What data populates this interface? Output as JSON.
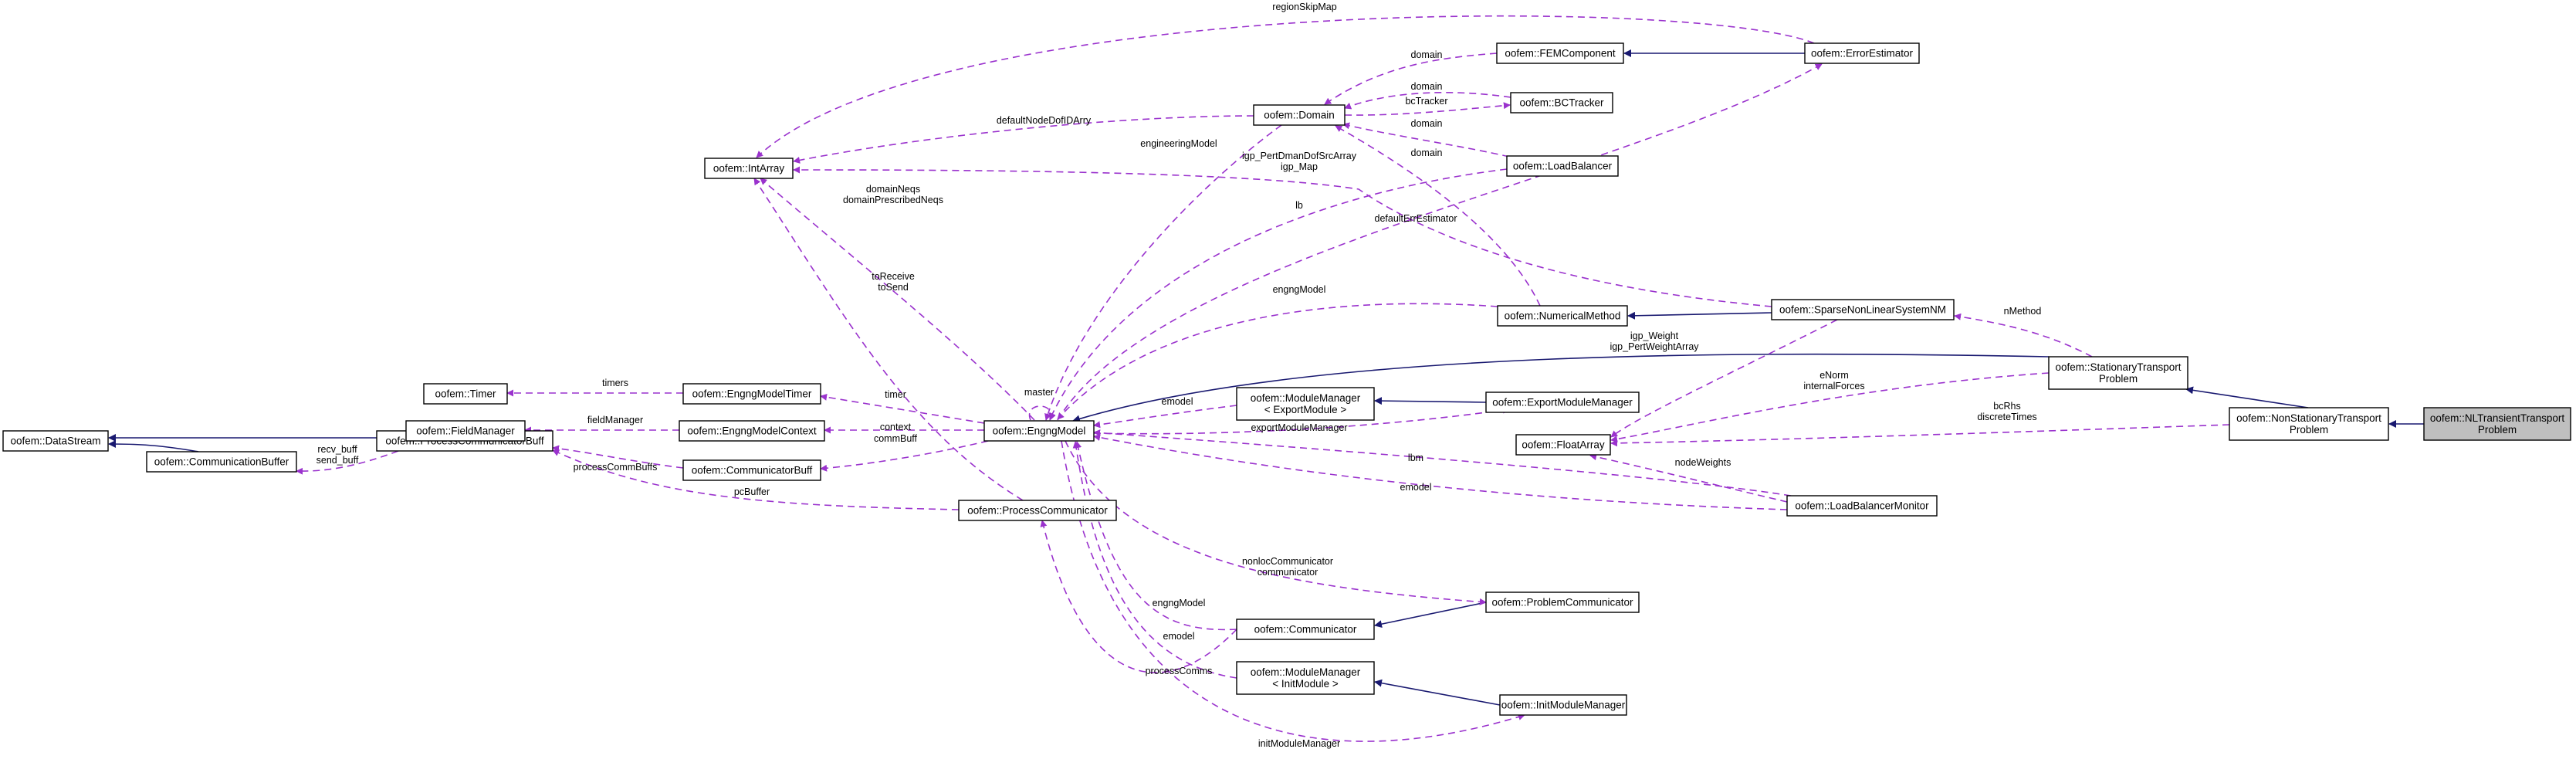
{
  "nodes": {
    "datastream": [
      "oofem::DataStream"
    ],
    "communicationbuffer": [
      "oofem::CommunicationBuffer"
    ],
    "processcommunicatorbuff": [
      "oofem::ProcessCommunicatorBuff"
    ],
    "timer": [
      "oofem::Timer"
    ],
    "fieldmanager": [
      "oofem::FieldManager"
    ],
    "intarray": [
      "oofem::IntArray"
    ],
    "engngmodeltimer": [
      "oofem::EngngModelTimer"
    ],
    "engngmodelcontext": [
      "oofem::EngngModelContext"
    ],
    "communicatorbuff": [
      "oofem::CommunicatorBuff"
    ],
    "processcommunicator": [
      "oofem::ProcessCommunicator"
    ],
    "engngmodel": [
      "oofem::EngngModel"
    ],
    "modulemanager_export": [
      "oofem::ModuleManager",
      "< ExportModule >"
    ],
    "communicator": [
      "oofem::Communicator"
    ],
    "modulemanager_init": [
      "oofem::ModuleManager",
      "< InitModule >"
    ],
    "domain": [
      "oofem::Domain"
    ],
    "femcomponent": [
      "oofem::FEMComponent"
    ],
    "bctracker": [
      "oofem::BCTracker"
    ],
    "loadbalancer": [
      "oofem::LoadBalancer"
    ],
    "numericalmethod": [
      "oofem::NumericalMethod"
    ],
    "exportmodulemanager": [
      "oofem::ExportModuleManager"
    ],
    "floatarray": [
      "oofem::FloatArray"
    ],
    "problemcommunicator": [
      "oofem::ProblemCommunicator"
    ],
    "initmodulemanager": [
      "oofem::InitModuleManager"
    ],
    "errorestimator": [
      "oofem::ErrorEstimator"
    ],
    "sparsenonlinearsystemnm": [
      "oofem::SparseNonLinearSystemNM"
    ],
    "loadbalancermonitor": [
      "oofem::LoadBalancerMonitor"
    ],
    "stationarytransportproblem": [
      "oofem::StationaryTransport",
      "Problem"
    ],
    "nonstationarytransportproblem": [
      "oofem::NonStationaryTransport",
      "Problem"
    ],
    "nltransienttransportproblem": [
      "oofem::NLTransientTransport",
      "Problem"
    ]
  },
  "edge_labels": {
    "regionSkipMap": [
      "regionSkipMap"
    ],
    "femcomp_domain": [
      "domain"
    ],
    "bctracker_domain": [
      "domain"
    ],
    "bcTracker": [
      "bcTracker"
    ],
    "loadbalancer_domain": [
      "domain"
    ],
    "numerical_domain": [
      "domain"
    ],
    "defaultNodeDofIDArry": [
      "defaultNodeDofIDArry"
    ],
    "engineeringModel": [
      "engineeringModel"
    ],
    "igp_map": [
      "igp_PertDmanDofSrcArray",
      "igp_Map"
    ],
    "lb": [
      "lb"
    ],
    "domainNeqs": [
      "domainNeqs",
      "domainPrescribedNeqs"
    ],
    "defaultErrEstimator": [
      "defaultErrEstimator"
    ],
    "toReceive": [
      "toReceive",
      "toSend"
    ],
    "engngModel_nm": [
      "engngModel"
    ],
    "master": [
      "master"
    ],
    "timers": [
      "timers"
    ],
    "timer": [
      "timer"
    ],
    "emodel_export": [
      "emodel"
    ],
    "fieldManager": [
      "fieldManager"
    ],
    "context": [
      "context"
    ],
    "exportModuleManager": [
      "exportModuleManager"
    ],
    "commBuff": [
      "commBuff"
    ],
    "processCommBuffs": [
      "processCommBuffs"
    ],
    "recv_buff": [
      "recv_buff",
      "send_buff"
    ],
    "pcBuffer": [
      "pcBuffer"
    ],
    "lbm": [
      "lbm"
    ],
    "emodel_lbm": [
      "emodel"
    ],
    "nonlocCommunicator": [
      "nonlocCommunicator",
      "communicator"
    ],
    "engngModel_comm": [
      "engngModel"
    ],
    "emodel_init": [
      "emodel"
    ],
    "processComms": [
      "processComms"
    ],
    "initModuleManager": [
      "initModuleManager"
    ],
    "nMethod": [
      "nMethod"
    ],
    "igp_Weight": [
      "igp_Weight",
      "igp_PertWeightArray"
    ],
    "eNorm": [
      "eNorm",
      "internalForces"
    ],
    "bcRhs": [
      "bcRhs",
      "discreteTimes"
    ],
    "nodeWeights": [
      "nodeWeights"
    ]
  },
  "colors": {
    "usage_edge": "#9a32cd",
    "inheritance_edge": "#191970",
    "node_fill": "#ffffff",
    "focus_node_fill": "#bfbfbf",
    "border": "#000000"
  }
}
